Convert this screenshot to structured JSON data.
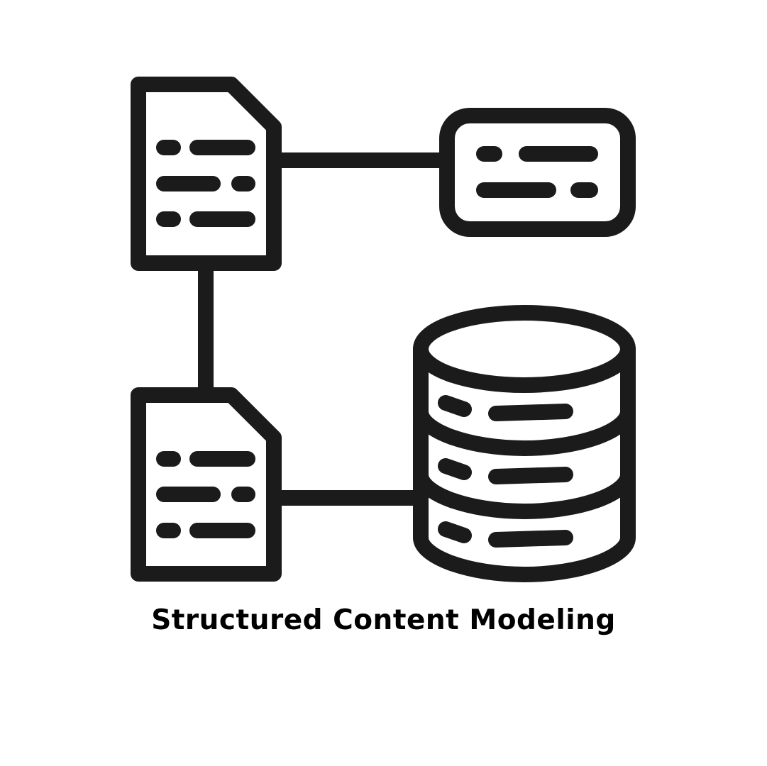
{
  "caption": "Structured Content Modeling",
  "colors": {
    "stroke": "#1b1b1b",
    "background": "#ffffff",
    "text": "#000000"
  },
  "icons": [
    {
      "name": "document-icon",
      "position": "top-left"
    },
    {
      "name": "content-card-icon",
      "position": "top-right"
    },
    {
      "name": "document-icon",
      "position": "bottom-left"
    },
    {
      "name": "database-icon",
      "position": "bottom-right"
    }
  ],
  "connectors": [
    {
      "from": "top-left document",
      "to": "content card"
    },
    {
      "from": "top-left document",
      "to": "bottom-left document"
    },
    {
      "from": "bottom-left document",
      "to": "database"
    }
  ]
}
